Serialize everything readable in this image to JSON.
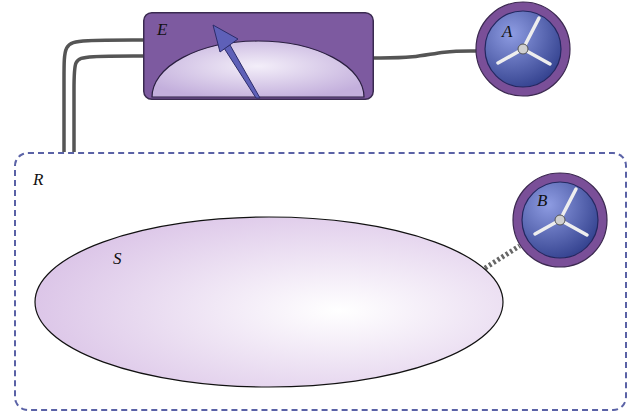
{
  "diagram": {
    "nodes": [
      {
        "text": [
          "E"
        ]
      },
      {
        "text": [
          "A"
        ]
      },
      {
        "text": [
          "R"
        ]
      },
      {
        "text": [
          "S"
        ],
        "in": 2
      },
      {
        "text": [
          "B"
        ],
        "in": 2
      }
    ],
    "edges": [
      {
        "from": 0,
        "to": 1,
        "arrow": "none"
      },
      {
        "from": 0,
        "to": 2,
        "arrow": "none"
      },
      {
        "from": 3,
        "to": 4,
        "arrow": "none"
      }
    ]
  }
}
